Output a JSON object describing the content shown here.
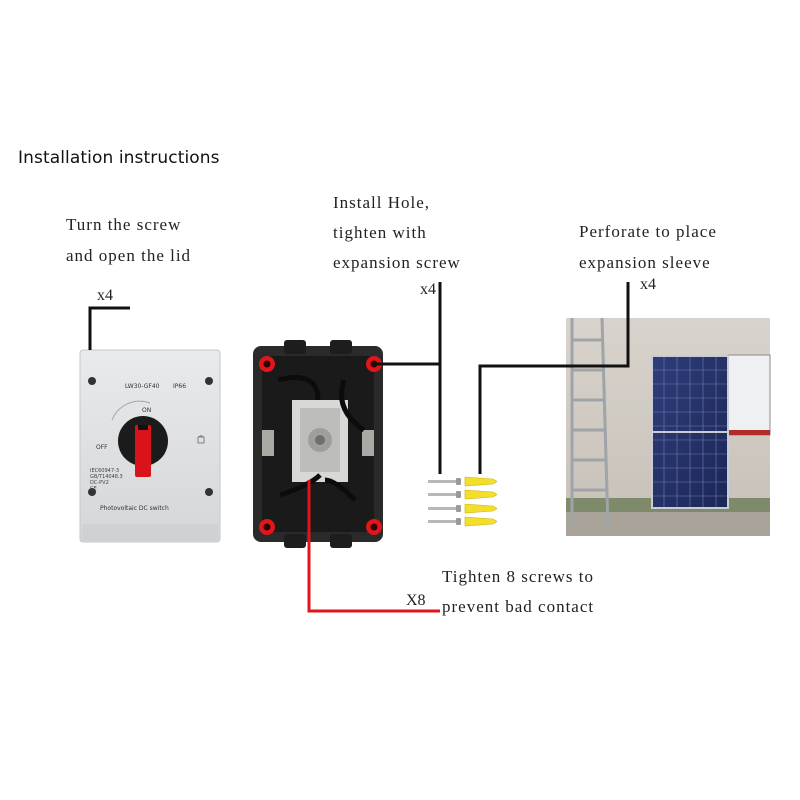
{
  "heading": "Installation instructions",
  "steps": {
    "lid": {
      "line1": "Turn the screw",
      "line2": "and open the lid",
      "count": "x4"
    },
    "hole": {
      "line1": "Install Hole,",
      "line2": "tighten with",
      "line3": "expansion screw",
      "count": "x4"
    },
    "sleeve": {
      "line1": "Perforate to place",
      "line2": "expansion sleeve",
      "count": "x4"
    },
    "contact": {
      "line1": "Tighten 8 screws to",
      "line2": "prevent bad contact",
      "count": "X8"
    }
  },
  "switch_panel": {
    "model": "LW30-GF40",
    "rating": "IP66",
    "on_label": "ON",
    "off_label": "OFF",
    "spec1": "IEC60947-3",
    "spec2": "GB/T14048.3",
    "spec3": "DC-PV2",
    "spec4": "CE",
    "footer": "Photovoltaic DC switch"
  },
  "colors": {
    "connector_black": "#111111",
    "connector_red": "#e0161b",
    "handle_red": "#d8141a",
    "anchor_yellow": "#f3df2a"
  }
}
